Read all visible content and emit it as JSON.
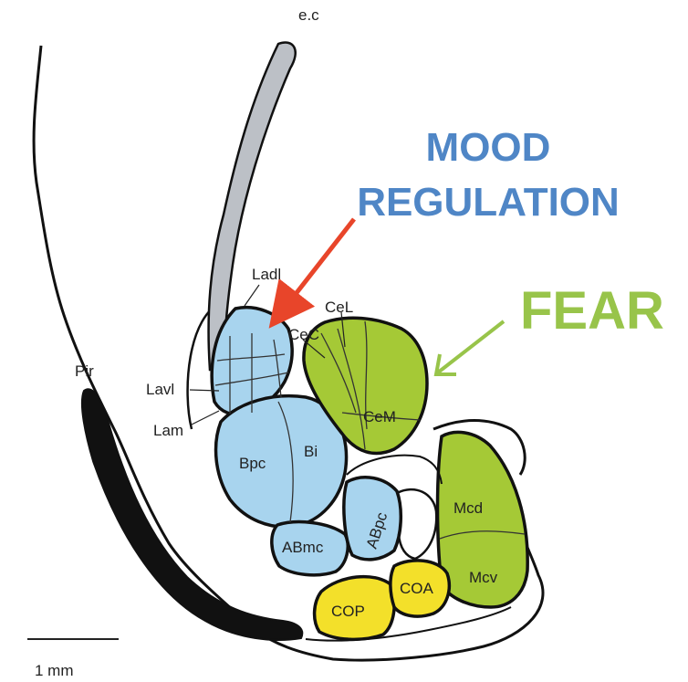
{
  "labels": {
    "ec": "e.c",
    "pir": "Pir",
    "ladl": "Ladl",
    "lavl": "Lavl",
    "lam": "Lam",
    "cec": "CeC",
    "cel": "CeL",
    "cem": "CeM",
    "bpc": "Bpc",
    "bi": "Bi",
    "abmc": "ABmc",
    "abpc": "ABpc",
    "mcd": "Mcd",
    "mcv": "Mcv",
    "cop": "COP",
    "coa": "COA"
  },
  "annotations": {
    "mood_line1": "MOOD",
    "mood_line2": "REGULATION",
    "fear": "FEAR"
  },
  "scale_bar": {
    "label": "1 mm"
  },
  "colors": {
    "lateral_basal_nuclei": "#a8d4ee",
    "central_medial_nuclei": "#a5c936",
    "cortical_nuclei": "#f3e02a",
    "external_capsule": "#bcc0c6",
    "outline": "#111111",
    "mood_text": "#4f86c6",
    "mood_arrow": "#e8452a",
    "fear_text": "#98c44a",
    "fear_arrow": "#98c44a"
  }
}
